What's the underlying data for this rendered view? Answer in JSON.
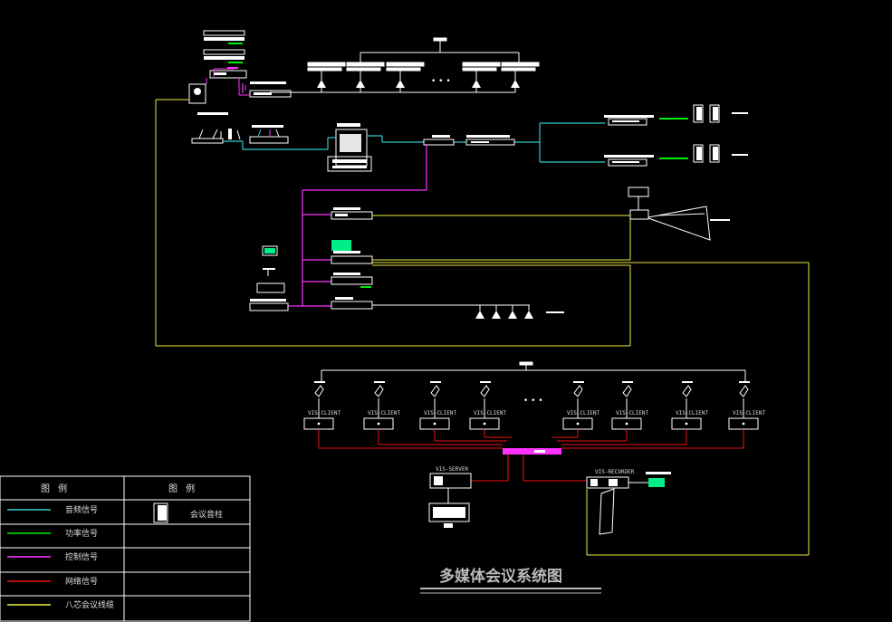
{
  "title": "多媒体会议系统图",
  "legend": {
    "header_left": "图 例",
    "header_right": "图 例",
    "items": [
      {
        "label": "音频信号",
        "color": "#33cccc"
      },
      {
        "label": "功率信号",
        "color": "#00ee00"
      },
      {
        "label": "控制信号",
        "color": "#ff33ff"
      },
      {
        "label": "网络信号",
        "color": "#ee1111"
      },
      {
        "label": "八芯会议线缆",
        "color": "#eeee44"
      }
    ],
    "symbol_item": {
      "label": "会议音柱",
      "icon": "column-speaker-icon"
    }
  },
  "clients": {
    "label": "VIS-CLIENT",
    "ellipsis": "• • •"
  },
  "server_label": "VIS-SERVER",
  "recorder_label": "VIS-RECORDER",
  "ellipsis_top": "• • •",
  "colors": {
    "audio": "#33cccc",
    "power": "#00ee00",
    "control": "#ff33ff",
    "network": "#ee1111",
    "cable": "#eeee44",
    "device": "#ffffff"
  }
}
